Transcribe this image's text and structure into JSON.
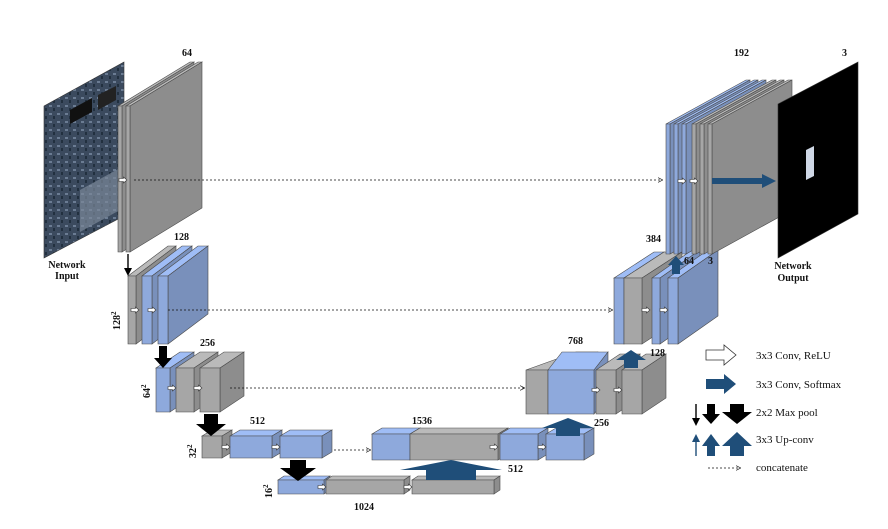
{
  "colors": {
    "blue": "#8ea9dc",
    "gray": "#a6a6a6",
    "navy": "#1f4e79",
    "black": "#000000"
  },
  "io": {
    "input_label_1": "Network",
    "input_label_2": "Input",
    "output_label_1": "Network",
    "output_label_2": "Output"
  },
  "channel_labels": {
    "enc1": "64",
    "enc2": "128",
    "enc3": "256",
    "enc4": "512",
    "bottleneck_concat": "1536",
    "bottleneck": "1024",
    "dec4_out": "512",
    "dec3_concat": "768",
    "dec3_out": "256",
    "dec2_concat": "384",
    "dec2_out": "128",
    "dec1_concat": "192",
    "dec1_out": "64",
    "dec1_out_b": "3",
    "output": "3"
  },
  "resolution_labels": {
    "r128": "128",
    "r64": "64",
    "r32": "32",
    "r16": "16",
    "exp": "2"
  },
  "legend": [
    {
      "icon": "white-arrow-icon",
      "text": "3x3 Conv, ReLU"
    },
    {
      "icon": "navy-arrow-icon",
      "text": "3x3 Conv, Softmax"
    },
    {
      "icon": "down-arrow-icon",
      "text": "2x2 Max pool"
    },
    {
      "icon": "up-arrow-icon",
      "text": "3x3 Up-conv"
    },
    {
      "icon": "dotted-arrow-icon",
      "text": "concatenate"
    }
  ]
}
